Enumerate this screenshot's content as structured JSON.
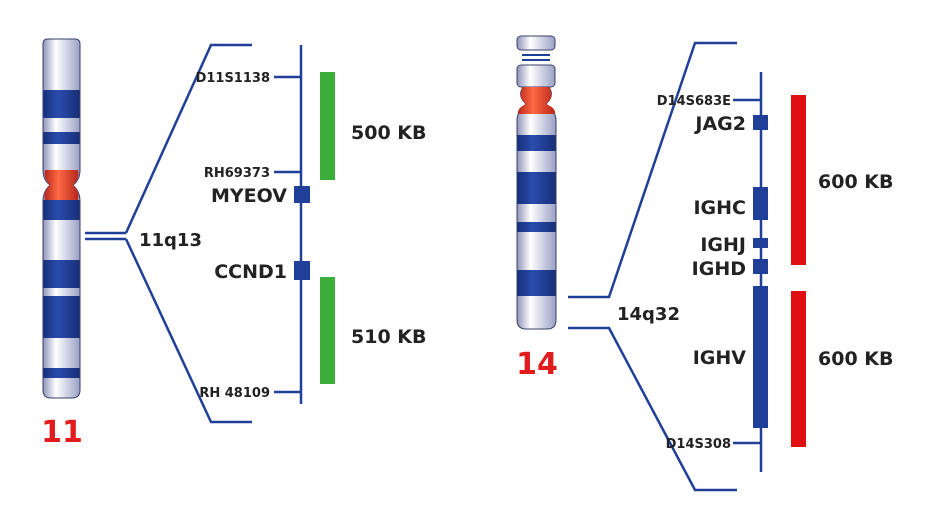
{
  "colors": {
    "navy": "#1f3f98",
    "band": "#1e3b8f",
    "centromere": "#e03a22",
    "chromosome_label": "#e01c1c",
    "green_bar": "#3aad3a",
    "red_bar": "#e01010",
    "text": "#222222"
  },
  "chr11": {
    "number": "11",
    "region": "11q13",
    "markers": [
      "D11S1138",
      "RH69373",
      "RH 48109"
    ],
    "genes": [
      "MYEOV",
      "CCND1"
    ],
    "sizes": [
      "500 KB",
      "510 KB"
    ]
  },
  "chr14": {
    "number": "14",
    "region": "14q32",
    "markers": [
      "D14S683E",
      "D14S308"
    ],
    "genes": [
      "JAG2",
      "IGHC",
      "IGHJ",
      "IGHD",
      "IGHV"
    ],
    "sizes": [
      "600 KB",
      "600 KB"
    ]
  }
}
